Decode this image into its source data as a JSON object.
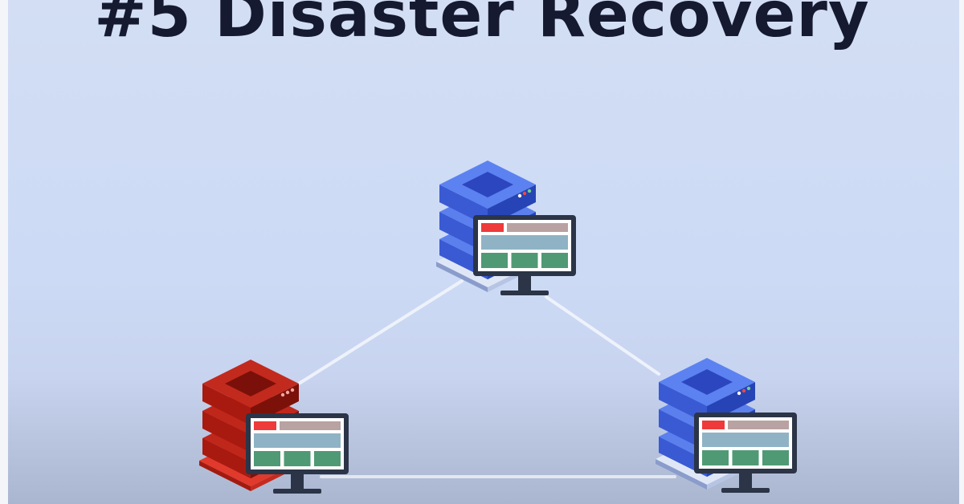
{
  "title": "#5 Disaster Recovery",
  "colors": {
    "background": "#ccdaf5",
    "title_text": "#151a30",
    "server_primary_blue": "#3f63de",
    "server_failed_red": "#b01a10",
    "monitor_bezel": "#2b3547",
    "link_line": "#eef2fb"
  },
  "diagram": {
    "nodes": [
      {
        "id": "top",
        "icon": "server-stack-icon",
        "state": "healthy",
        "color": "blue"
      },
      {
        "id": "left",
        "icon": "server-stack-icon",
        "state": "failed",
        "color": "red"
      },
      {
        "id": "right",
        "icon": "server-stack-icon",
        "state": "healthy",
        "color": "blue"
      }
    ],
    "links": [
      {
        "from": "top",
        "to": "left"
      },
      {
        "from": "top",
        "to": "right"
      },
      {
        "from": "left",
        "to": "right"
      }
    ]
  }
}
